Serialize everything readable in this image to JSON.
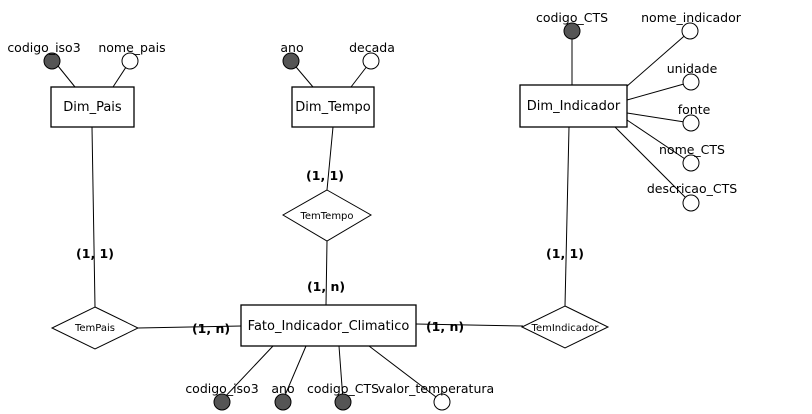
{
  "entities": {
    "dim_pais": "Dim_Pais",
    "dim_tempo": "Dim_Tempo",
    "dim_indicador": "Dim_Indicador",
    "fato": "Fato_Indicador_Climatico"
  },
  "relationships": {
    "tem_pais": "TemPais",
    "tem_tempo": "TemTempo",
    "tem_indicador": "TemIndicador"
  },
  "attributes": {
    "dim_pais": {
      "codigo_iso3": "codigo_iso3",
      "nome_pais": "nome_pais"
    },
    "dim_tempo": {
      "ano": "ano",
      "decada": "decada"
    },
    "dim_indicador": {
      "codigo_cts": "codigo_CTS",
      "nome_indicador": "nome_indicador",
      "unidade": "unidade",
      "fonte": "fonte",
      "nome_cts": "nome_CTS",
      "descricao_cts": "descricao_CTS"
    },
    "fato": {
      "codigo_iso3": "codigo_iso3",
      "ano": "ano",
      "codigo_cts": "codigo_CTS",
      "valor_temperatura": "valor_temperatura"
    }
  },
  "cardinalities": {
    "pais_side": "(1, 1)",
    "pais_fato_side": "(1, n)",
    "tempo_side": "(1, 1)",
    "tempo_fato_side": "(1, n)",
    "indicador_side": "(1, 1)",
    "indicador_fato_side": "(1, n)"
  },
  "legend": {
    "primary_key_color": "#555555",
    "attribute_color": "#ffffff"
  }
}
